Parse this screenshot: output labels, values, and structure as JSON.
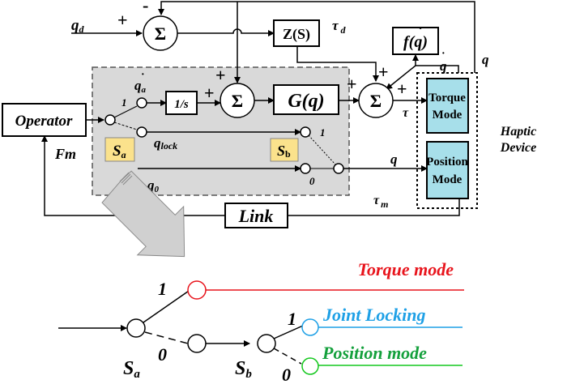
{
  "diagram": {
    "blocks": {
      "operator": "Operator",
      "z_s": "Z(S)",
      "f_q": "f(q)",
      "one_over_s": "1/s",
      "g_q": "G(q)",
      "link": "Link",
      "torque_mode_1": "Torque",
      "torque_mode_2": "Mode",
      "position_mode_1": "Position",
      "position_mode_2": "Mode",
      "sa": "S",
      "sa_sub": "a",
      "sb": "S",
      "sb_sub": "b"
    },
    "sums": {
      "symbol": "Σ"
    },
    "signs": {
      "plus": "+",
      "minus": "-"
    },
    "signals": {
      "qd": "q",
      "qd_sub": "d",
      "tau_d": "τ",
      "tau_d_sub": "d",
      "qdot_a": "q",
      "qdot_a_sub": "a",
      "q_lock": "q",
      "q_lock_sub": "lock",
      "q0": "q",
      "q0_sub": "0",
      "fm": "Fm",
      "tau": "τ",
      "tau_m": "τ",
      "tau_m_sub": "m",
      "q_dot": "q",
      "q": "q",
      "q_pos": "q",
      "dot": "·"
    },
    "switch_labels": {
      "one": "1",
      "zero": "0"
    },
    "device_label_1": "Haptic",
    "device_label_2": "Device",
    "legend": {
      "torque_mode": "Torque mode",
      "joint_locking": "Joint Locking",
      "position_mode": "Position mode",
      "sa": "S",
      "sa_sub": "a",
      "sb": "S",
      "sb_sub": "b",
      "one": "1",
      "zero": "0"
    },
    "colors": {
      "torque": "#e8141c",
      "joint_locking": "#1ea0e6",
      "position": "#14a03c",
      "mode_box": "#a7dfea",
      "switch_box": "#fbe28c",
      "panel": "#d9d9d9"
    }
  }
}
